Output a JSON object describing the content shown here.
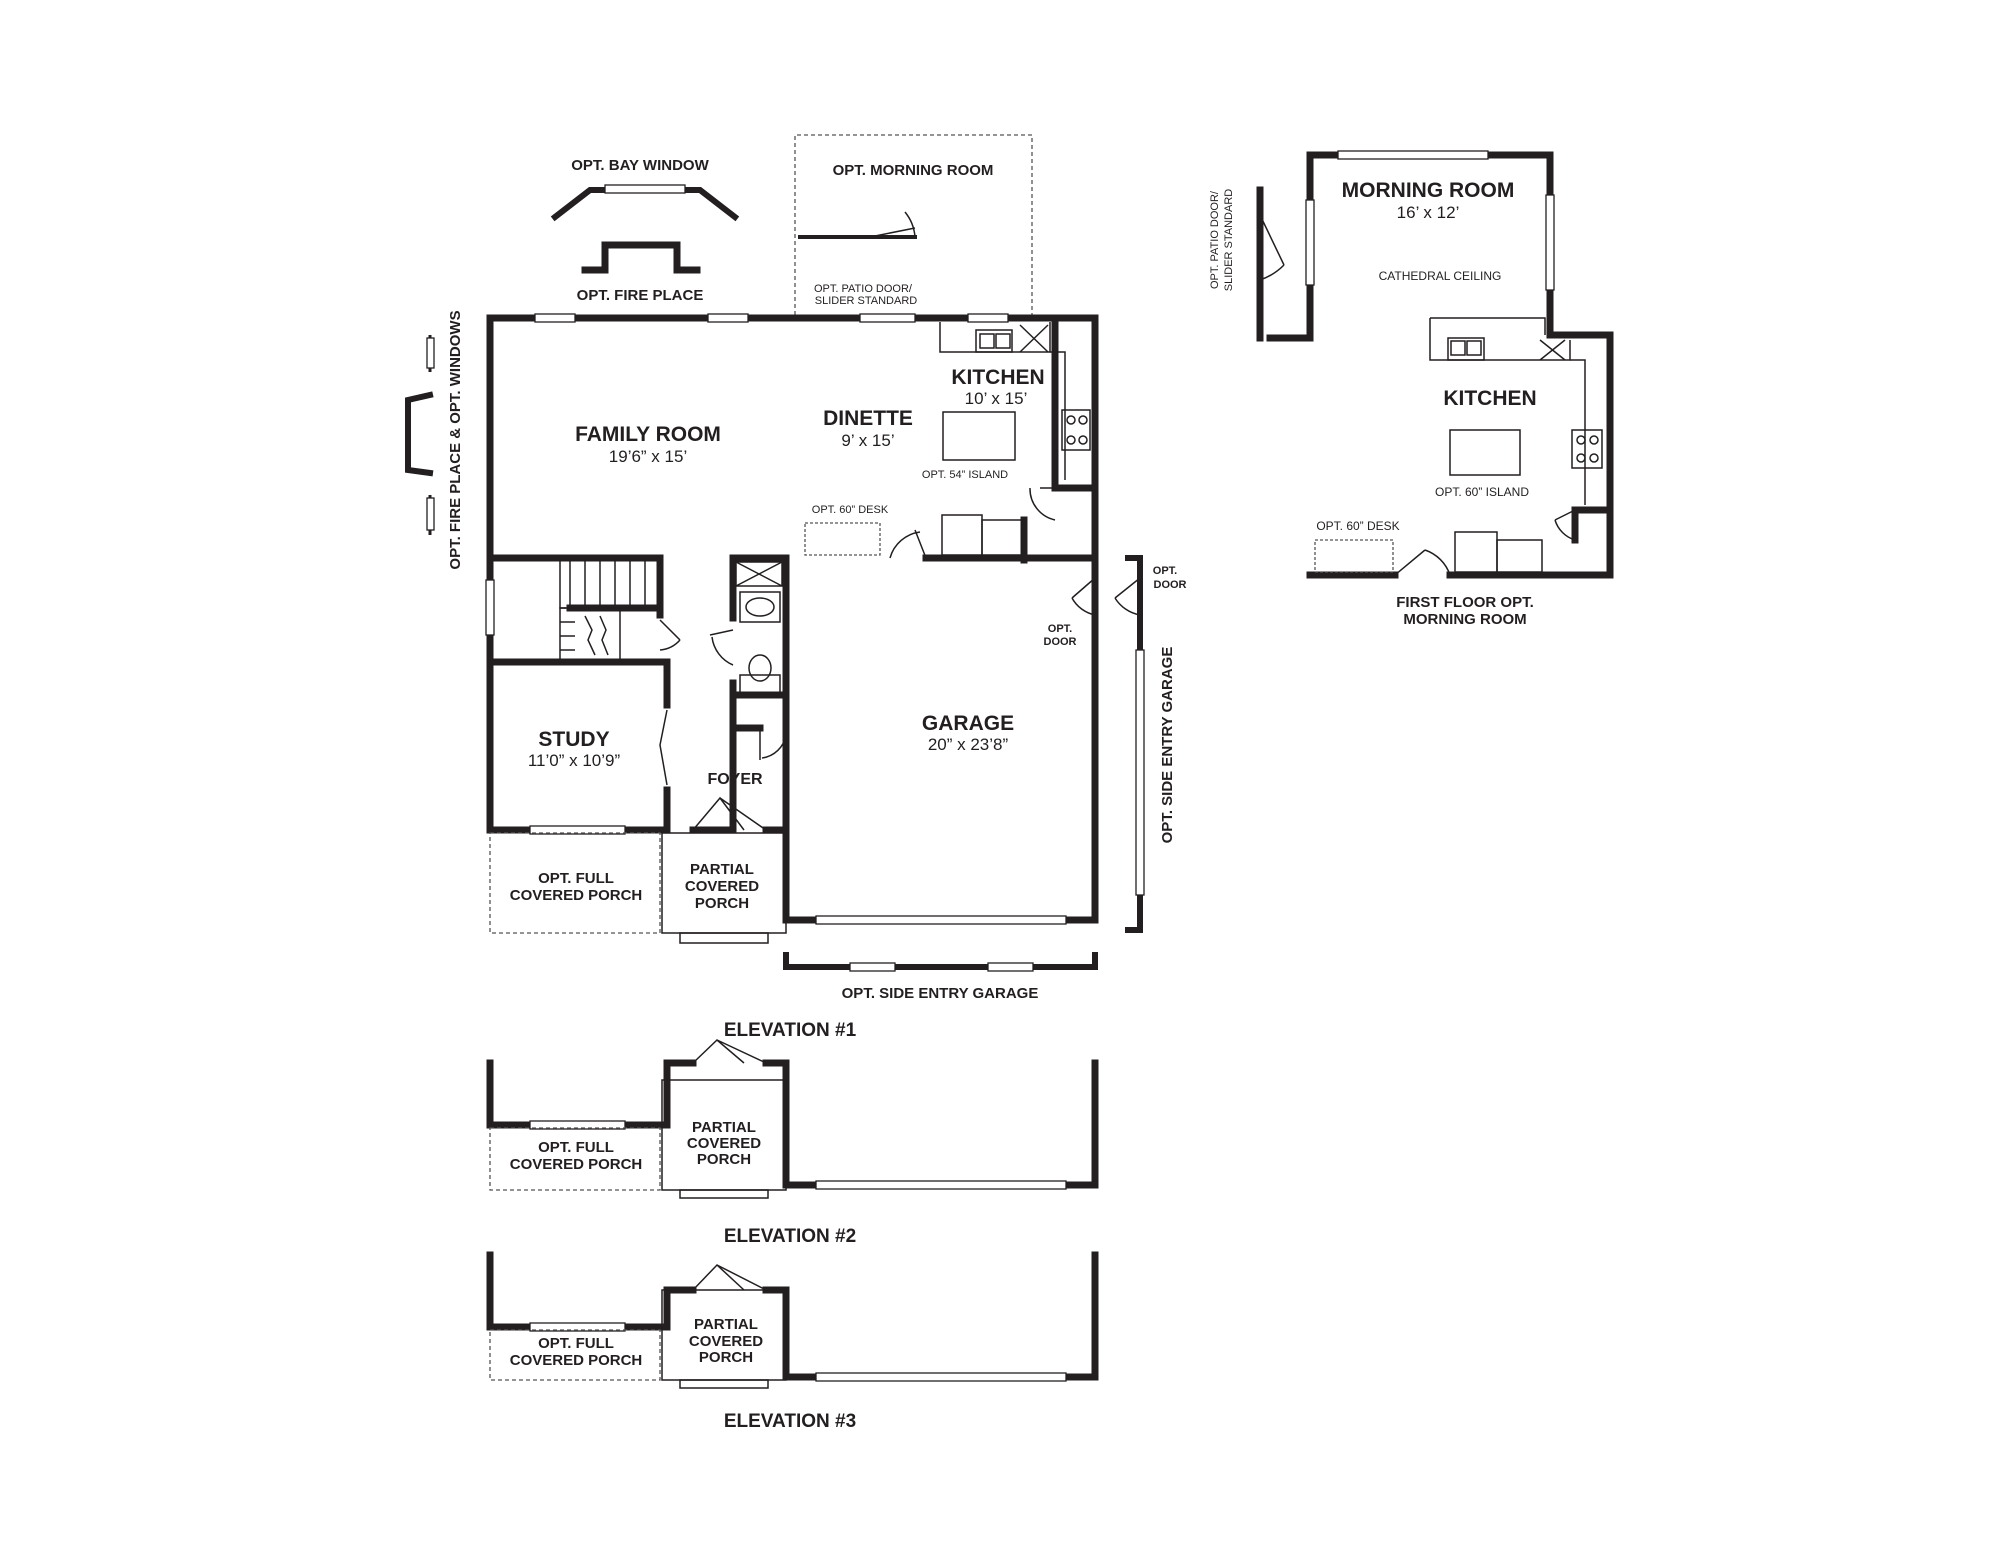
{
  "labels": {
    "bay_window": "OPT. BAY WINDOW",
    "fire_place": "OPT. FIRE PLACE",
    "morning_room_opt": "OPT. MORNING ROOM",
    "patio_door_1": "OPT. PATIO DOOR/",
    "patio_door_2": "SLIDER STANDARD",
    "fp_windows": "OPT. FIRE PLACE & OPT. WINDOWS",
    "family_room": "FAMILY ROOM",
    "family_room_dim": "19’6” x 15’",
    "dinette": "DINETTE",
    "dinette_dim": "9’ x 15’",
    "kitchen": "KITCHEN",
    "kitchen_dim": "10’ x 15’",
    "island_54": "OPT. 54” ISLAND",
    "desk_60": "OPT. 60” DESK",
    "opt_door_1": "OPT.",
    "opt_door_2": "DOOR",
    "garage": "GARAGE",
    "garage_dim": "20” x 23’8”",
    "study": "STUDY",
    "study_dim": "11’0” x 10’9”",
    "foyer": "FOYER",
    "full_porch_1": "OPT. FULL",
    "full_porch_2": "COVERED PORCH",
    "partial_porch_1": "PARTIAL",
    "partial_porch_2": "COVERED",
    "partial_porch_3": "PORCH",
    "side_entry_vert": "OPT. SIDE ENTRY GARAGE",
    "side_entry_horiz": "OPT. SIDE ENTRY GARAGE",
    "elev1": "ELEVATION #1",
    "elev2": "ELEVATION #2",
    "elev3": "ELEVATION #3"
  },
  "morning_room_detail": {
    "title": "MORNING ROOM",
    "dim": "16’ x 12’",
    "ceiling": "CATHEDRAL CEILING",
    "kitchen": "KITCHEN",
    "island": "OPT. 60” ISLAND",
    "desk": "OPT. 60” DESK",
    "patio_1": "OPT. PATIO DOOR/",
    "patio_2": "SLIDER STANDARD",
    "caption_1": "FIRST FLOOR OPT.",
    "caption_2": "MORNING ROOM"
  }
}
